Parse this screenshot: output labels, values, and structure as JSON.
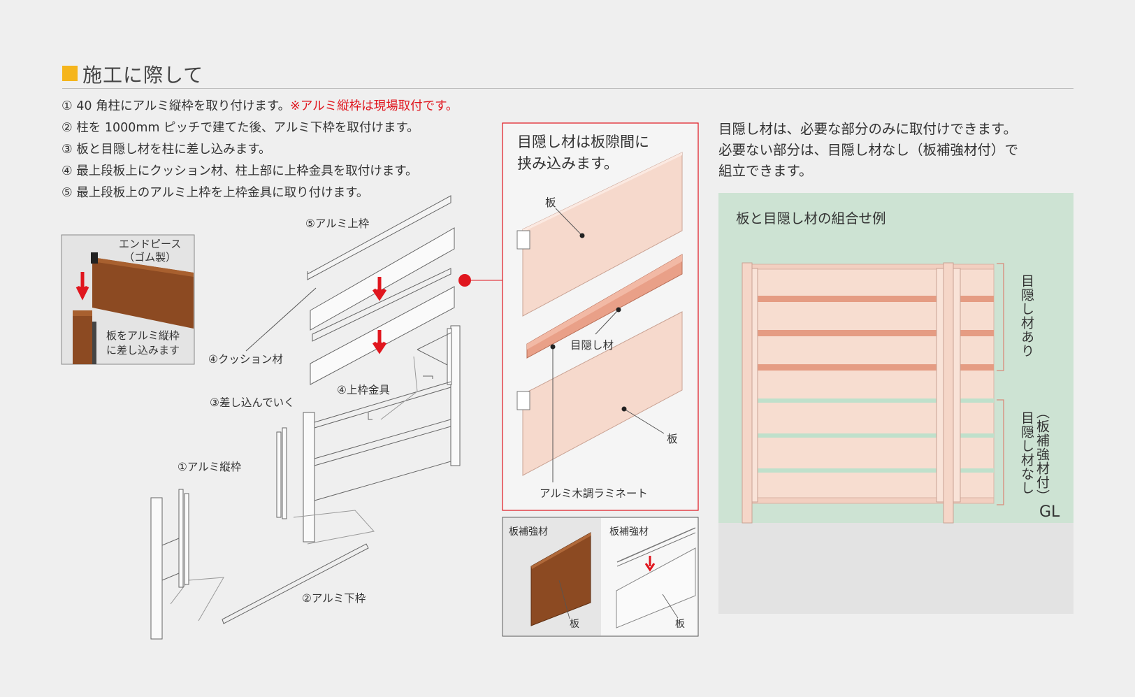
{
  "header": {
    "title": "施工に際して"
  },
  "steps": [
    {
      "text": "① 40 角柱にアルミ縦枠を取り付けます。",
      "note": "※アルミ縦枠は現場取付です。"
    },
    {
      "text": "② 柱を 1000mm ピッチで建てた後、アルミ下枠を取付けます。",
      "note": ""
    },
    {
      "text": "③ 板と目隠し材を柱に差し込みます。",
      "note": ""
    },
    {
      "text": "④ 最上段板上にクッション材、柱上部に上枠金具を取付けます。",
      "note": ""
    },
    {
      "text": "⑤ 最上段板上のアルミ上枠を上枠金具に取り付けます。",
      "note": ""
    }
  ],
  "endpiece_photo": {
    "label_line1": "エンドピース",
    "label_line2": "（ゴム製）",
    "note_line1": "板をアルミ縦枠",
    "note_line2": "に差し込みます"
  },
  "exploded_labels": {
    "top_frame": "⑤アルミ上枠",
    "cushion": "④クッション材",
    "top_bracket": "④上枠金具",
    "insert": "③差し込んでいく",
    "vertical_frame": "①アルミ縦枠",
    "bottom_frame": "②アルミ下枠"
  },
  "callout": {
    "title_line1": "目隠し材は板隙間に",
    "title_line2": "挟み込みます。",
    "board_top": "板",
    "screen": "目隠し材",
    "board_bottom": "板",
    "laminate": "アルミ木調ラミネート"
  },
  "reinforce": {
    "left_label": "板補強材",
    "left_board": "板",
    "right_label": "板補強材",
    "right_board": "板"
  },
  "side_note": {
    "line1": "目隠し材は、必要な部分のみに取付けできます。",
    "line2": "必要ない部分は、目隠し材なし（板補強材付）で",
    "line3": "組立できます。"
  },
  "example": {
    "title": "板と目隠し材の組合せ例",
    "with_screen": "目隠し材あり",
    "without_screen": "目隠し材なし",
    "reinforced": "（板補強材付）",
    "gl": "GL"
  },
  "colors": {
    "accent_square": "#f5b51c",
    "warning_red": "#e0161e",
    "board_pink": "#f6d9cc",
    "screen_orange": "#e9a088",
    "example_bg": "#cde3d3",
    "ground_gray": "#e3e3e3",
    "wood_brown": "#9a5327"
  }
}
